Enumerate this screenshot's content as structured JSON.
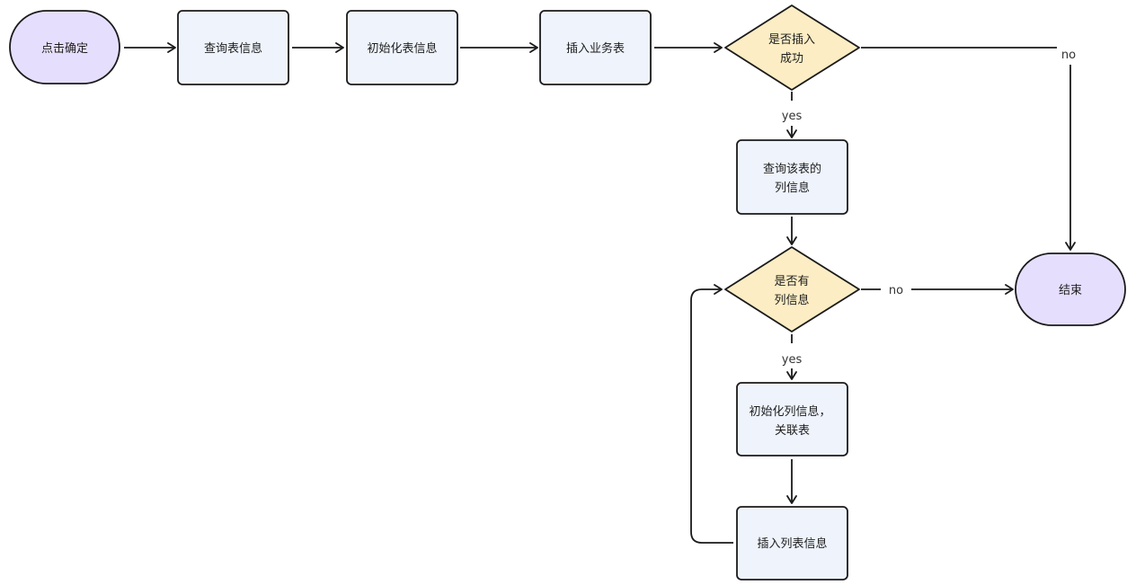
{
  "colors": {
    "terminal_fill": "#e6defd",
    "process_fill": "#eef3fc",
    "decision_fill": "#fcedc4",
    "stroke": "#1a1a1a"
  },
  "nodes": {
    "start": {
      "label": "点击确定"
    },
    "query_table": {
      "label": "查询表信息"
    },
    "init_table": {
      "label": "初始化表信息"
    },
    "insert_business": {
      "label": "插入业务表"
    },
    "decision_insert": {
      "line1": "是否插入",
      "line2": "成功"
    },
    "query_columns": {
      "line1": "查询该表的",
      "line2": "列信息"
    },
    "decision_columns": {
      "line1": "是否有",
      "line2": "列信息"
    },
    "init_columns": {
      "line1": "初始化列信息，",
      "line2": "关联表"
    },
    "insert_columns": {
      "label": "插入列表信息"
    },
    "end": {
      "label": "结束"
    }
  },
  "edges": {
    "insert_no": "no",
    "insert_yes": "yes",
    "columns_no": "no",
    "columns_yes": "yes"
  }
}
